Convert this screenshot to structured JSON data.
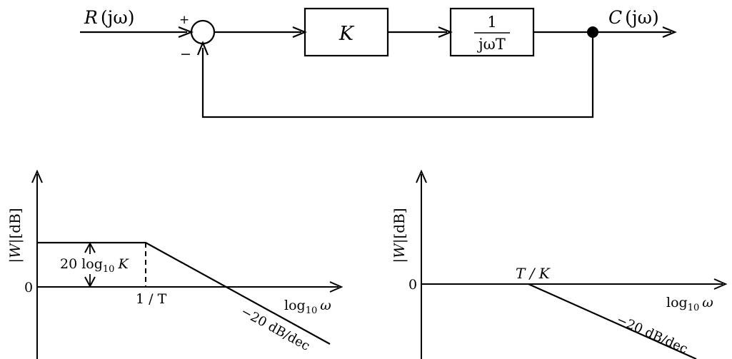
{
  "block_diagram": {
    "input_label": {
      "sym": "R",
      "arg": "(jω)"
    },
    "output_label": {
      "sym": "C",
      "arg": "(jω)"
    },
    "sum_plus": "+",
    "sum_minus": "−",
    "gain_block": "K",
    "integrator_block": {
      "numerator": "1",
      "denominator": "jωT"
    }
  },
  "plot_left": {
    "y_axis_label": {
      "w": "|W|",
      "unit": "[dB]"
    },
    "zero_label": "0",
    "gain_label": {
      "prefix": "20 log",
      "sub": "10",
      "sym": "K"
    },
    "break_label": "1 / T",
    "x_axis_label": {
      "prefix": "log",
      "sub": "10",
      "sym": "ω"
    },
    "slope_label": "−20 dB/dec"
  },
  "plot_right": {
    "y_axis_label": {
      "w": "|W|",
      "unit": "[dB]"
    },
    "zero_label": "0",
    "crossover_label": "T / K",
    "x_axis_label": {
      "prefix": "log",
      "sub": "10",
      "sym": "ω"
    },
    "slope_label": "−20 dB/dec"
  }
}
